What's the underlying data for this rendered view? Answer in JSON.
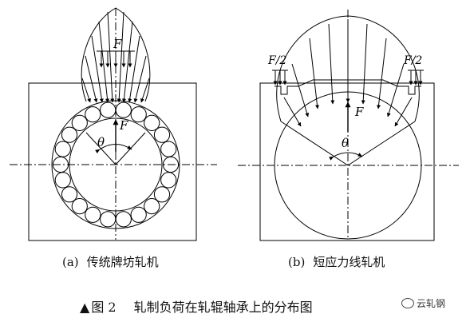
{
  "panel_a": {
    "tag": "(a)",
    "caption": "传统牌坊轧机",
    "force_label": "F",
    "angle_label": "θ"
  },
  "panel_b": {
    "tag": "(b)",
    "caption": "短应力线轧机",
    "force_label": "F",
    "half_force_left": "F/2",
    "half_force_right": "F/2",
    "angle_label": "θ"
  },
  "figure_caption": {
    "marker": "▲",
    "number": "图 2",
    "text": "轧制负荷在轧辊轴承上的分布图"
  },
  "watermark": {
    "text": "云轧钢",
    "icon": "wechat-icon"
  }
}
